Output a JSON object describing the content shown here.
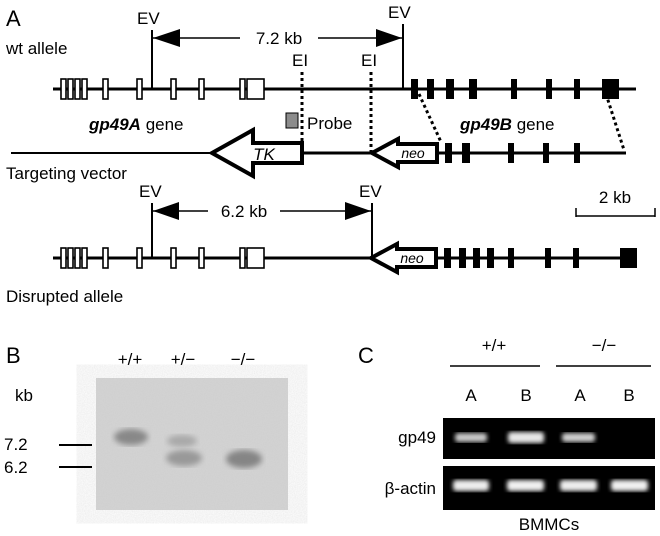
{
  "panel_a": {
    "panel_label": "A",
    "wt_allele": {
      "label": "wt allele",
      "ev_left": "EV",
      "ev_right": "EV",
      "distance": "7.2 kb",
      "ei_left": "EI",
      "ei_right": "EI"
    },
    "gene_a": {
      "name": "gp49A",
      "suffix": " gene"
    },
    "gene_b": {
      "name": "gp49B",
      "suffix": " gene"
    },
    "probe_label": "Probe",
    "targeting_vector": {
      "label": "Targeting vector",
      "tk": "TK",
      "neo": "neo"
    },
    "scale_bar": "2 kb",
    "disrupted_allele": {
      "label": "Disrupted allele",
      "ev_left": "EV",
      "ev_right": "EV",
      "distance": "6.2 kb",
      "neo": "neo"
    }
  },
  "panel_b": {
    "panel_label": "B",
    "unit": "kb",
    "lanes": [
      "+/+",
      "+/−",
      "−/−"
    ],
    "markers": [
      "7.2",
      "6.2"
    ]
  },
  "panel_c": {
    "panel_label": "C",
    "groups": [
      "+/+",
      "−/−"
    ],
    "lanes": [
      "A",
      "B",
      "A",
      "B"
    ],
    "rows": [
      "gp49",
      "β-actin"
    ],
    "footer": "BMMCs"
  }
}
